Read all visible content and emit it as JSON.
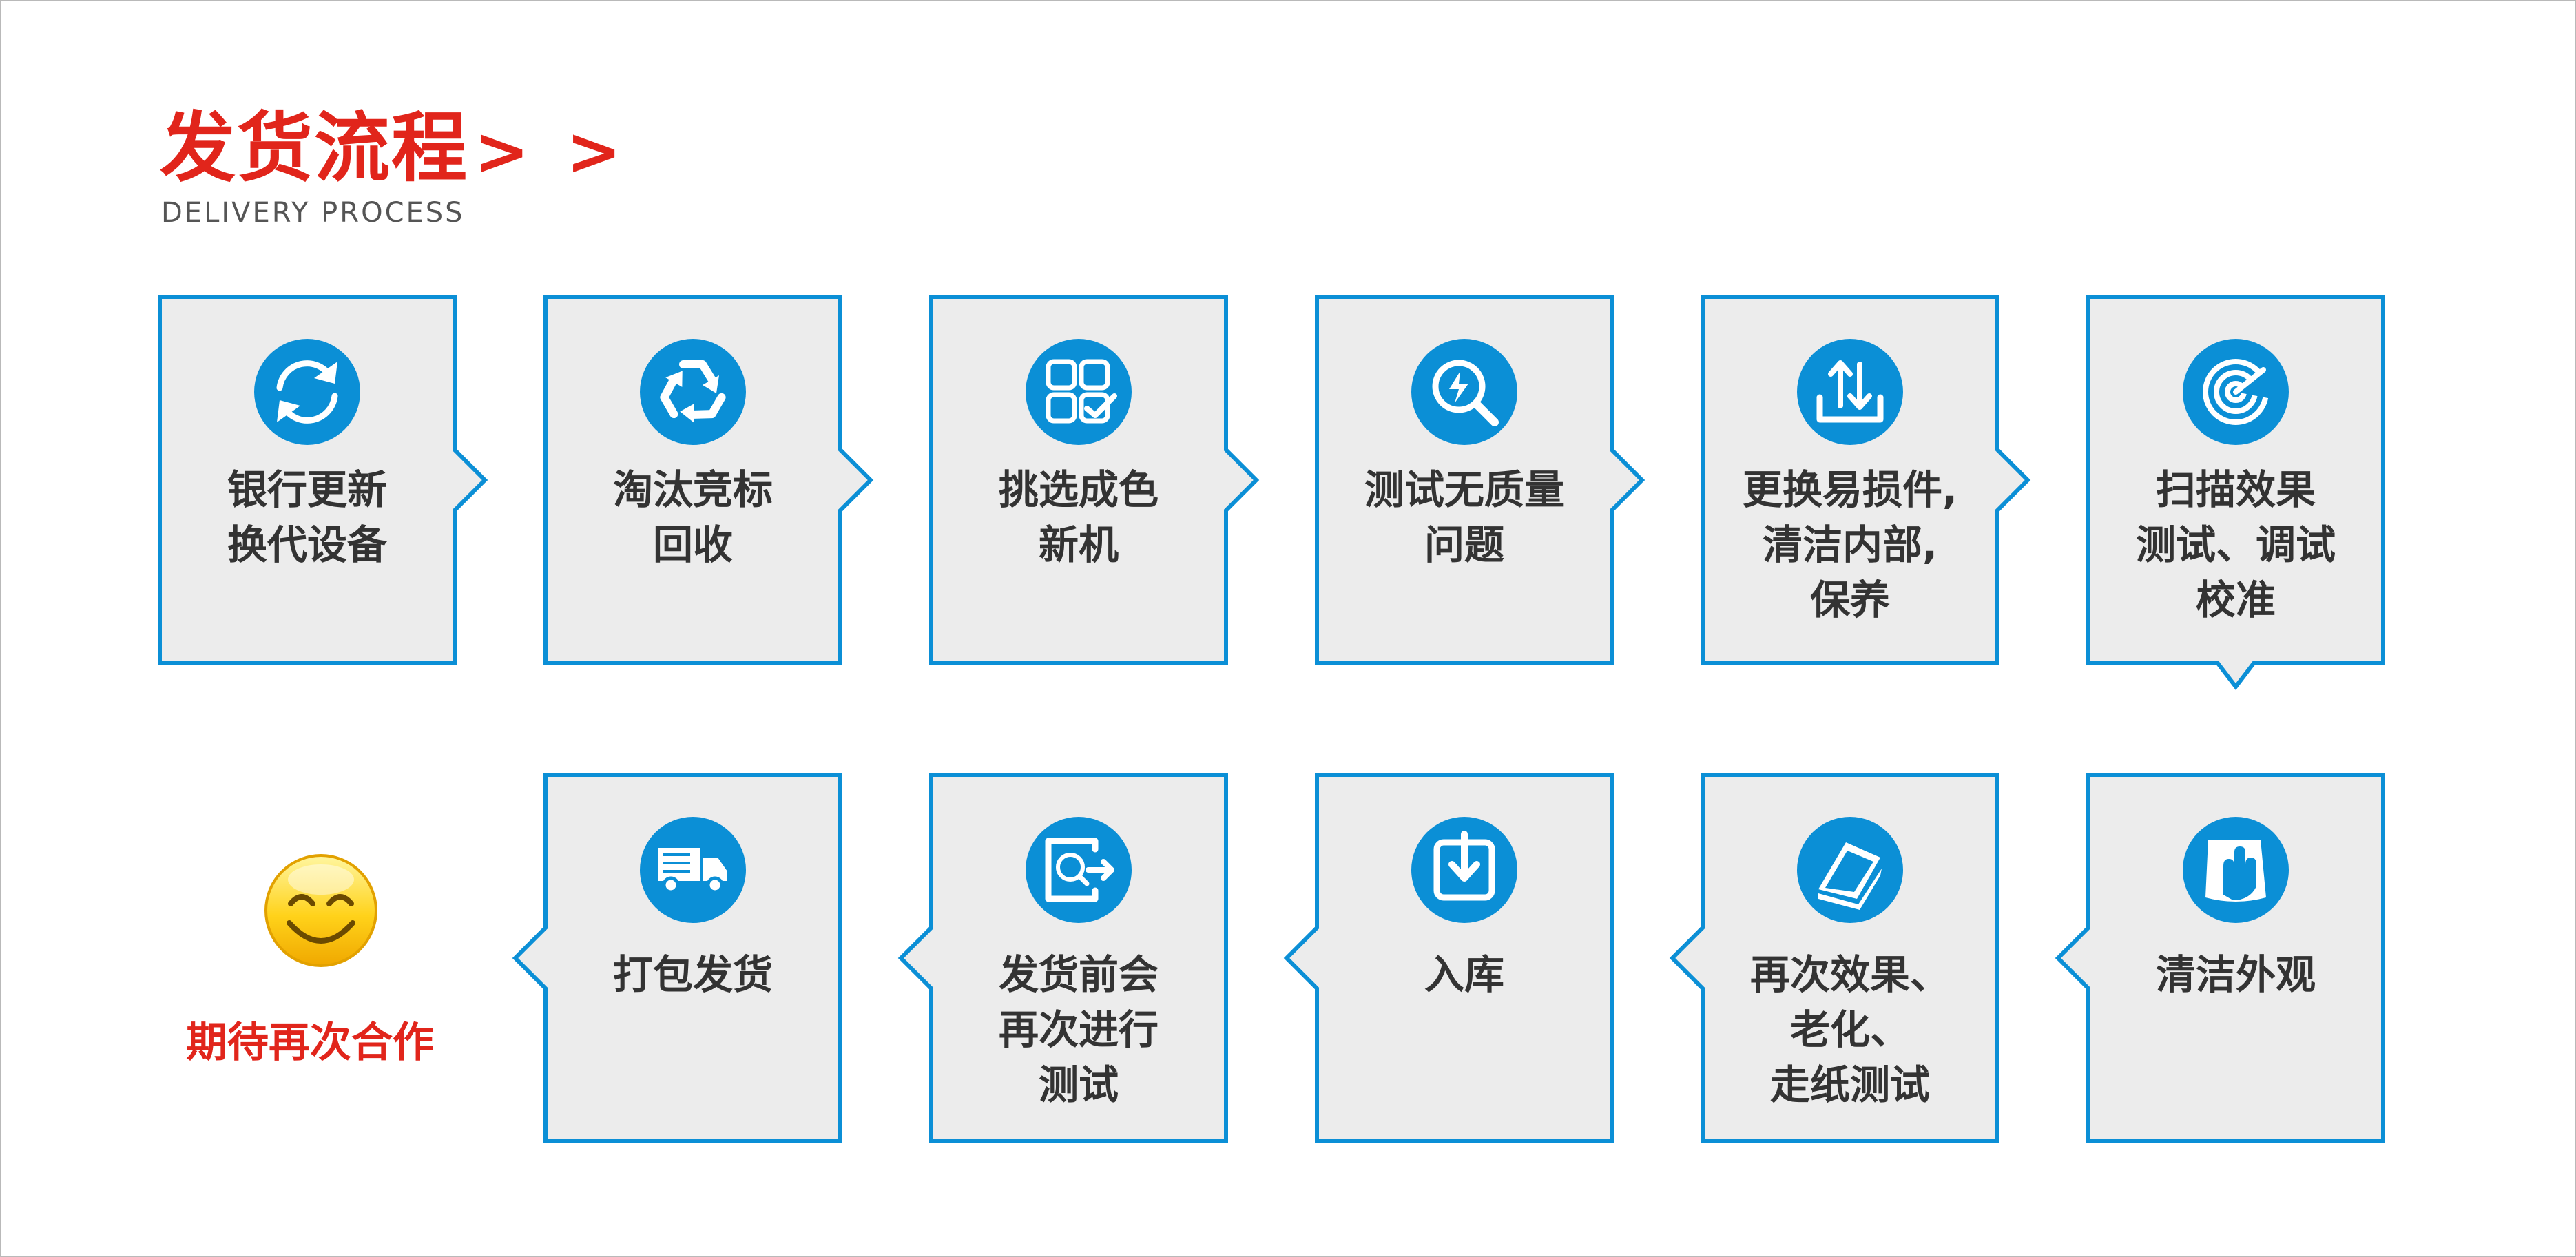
{
  "header": {
    "title": "发货流程",
    "title_arrows": "> >",
    "subtitle": "DELIVERY PROCESS"
  },
  "colors": {
    "accent_blue": "#0b8fd6",
    "card_fill": "#ececec",
    "title_red": "#e1251b",
    "text_dark": "#333333"
  },
  "steps": [
    {
      "lines": [
        "银行更新",
        "换代设备"
      ],
      "icon": "refresh-icon"
    },
    {
      "lines": [
        "淘汰竞标",
        "回收"
      ],
      "icon": "recycle-icon"
    },
    {
      "lines": [
        "挑选成色",
        "新机"
      ],
      "icon": "grid-check-icon"
    },
    {
      "lines": [
        "测试无质量",
        "问题"
      ],
      "icon": "magnify-test-icon"
    },
    {
      "lines": [
        "更换易损件,",
        "清洁内部,",
        "保养"
      ],
      "icon": "swap-parts-icon"
    },
    {
      "lines": [
        "扫描效果",
        "测试、调试",
        "校准"
      ],
      "icon": "radar-scan-icon"
    },
    {
      "lines": [
        "清洁外观"
      ],
      "icon": "cleaning-cloth-icon"
    },
    {
      "lines": [
        "再次效果、",
        "老化、",
        "走纸测试"
      ],
      "icon": "scanner-icon"
    },
    {
      "lines": [
        "入库"
      ],
      "icon": "storage-in-icon"
    },
    {
      "lines": [
        "发货前会",
        "再次进行",
        "测试"
      ],
      "icon": "test-exit-icon"
    },
    {
      "lines": [
        "打包发货"
      ],
      "icon": "delivery-truck-icon"
    }
  ],
  "end": {
    "label": "期待再次合作",
    "icon": "smiley-icon"
  }
}
